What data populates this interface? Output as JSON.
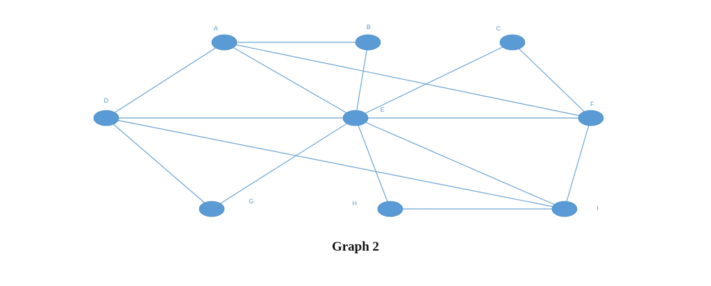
{
  "diagram": {
    "type": "undirected-graph",
    "caption": "Graph 2",
    "colors": {
      "node": "#5b9bd5",
      "edge": "#6aa3d5",
      "label": "#5b9bd5",
      "caption": "#111111"
    },
    "nodes": [
      {
        "id": "A",
        "label": "A"
      },
      {
        "id": "B",
        "label": "B"
      },
      {
        "id": "C",
        "label": "C"
      },
      {
        "id": "D",
        "label": "D"
      },
      {
        "id": "E",
        "label": "E"
      },
      {
        "id": "F",
        "label": "F"
      },
      {
        "id": "G",
        "label": "G"
      },
      {
        "id": "H",
        "label": "H"
      },
      {
        "id": "I",
        "label": "I"
      }
    ],
    "edges": [
      [
        "A",
        "B"
      ],
      [
        "A",
        "D"
      ],
      [
        "A",
        "E"
      ],
      [
        "A",
        "F"
      ],
      [
        "B",
        "E"
      ],
      [
        "C",
        "E"
      ],
      [
        "C",
        "F"
      ],
      [
        "D",
        "E"
      ],
      [
        "D",
        "G"
      ],
      [
        "D",
        "I"
      ],
      [
        "E",
        "F"
      ],
      [
        "E",
        "G"
      ],
      [
        "E",
        "H"
      ],
      [
        "E",
        "I"
      ],
      [
        "F",
        "I"
      ],
      [
        "H",
        "I"
      ]
    ]
  }
}
